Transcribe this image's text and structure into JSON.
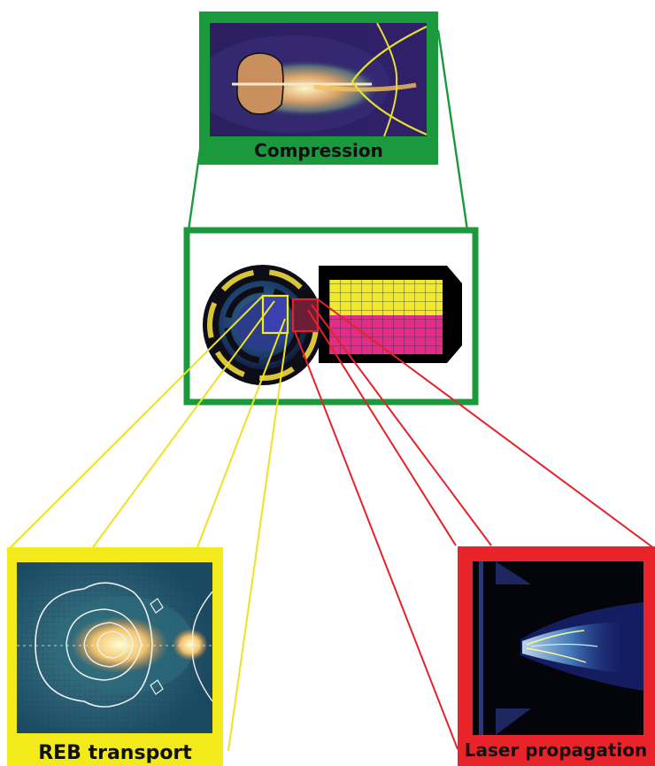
{
  "panels": {
    "compression": {
      "label": "Compression",
      "frame_color": "#1a9a3c"
    },
    "target": {
      "frame_color": "#1a9a3c"
    },
    "reb": {
      "label": "REB transport",
      "frame_color": "#f2ea1a"
    },
    "laser": {
      "label": "Laser propagation",
      "frame_color": "#e8242a"
    }
  },
  "colors": {
    "green": "#1a9a3c",
    "yellow": "#f2ea1a",
    "red": "#e8242a",
    "yellow_line": "#efe21e",
    "red_line": "#e3232a"
  }
}
